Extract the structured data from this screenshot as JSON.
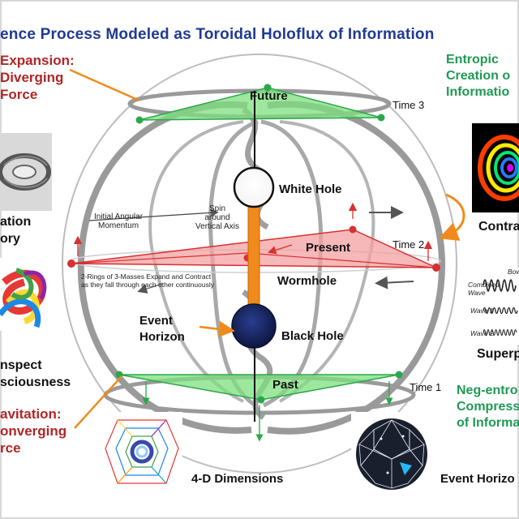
{
  "title": "ence Process  Modeled as Toroidal  Holoflux of Information",
  "left_labels": {
    "expansion": [
      "Expansion:",
      "Diverging",
      "Force"
    ],
    "gravitation": [
      "avitation:",
      "onverging",
      "rce"
    ],
    "ation": [
      "ation",
      "ory"
    ],
    "inspect": [
      "nspect",
      "sciousness"
    ]
  },
  "right_labels": {
    "entropic": [
      "Entropic",
      "Creation o",
      "Informatio"
    ],
    "neg_entropic": [
      "Neg-entro",
      "Compress",
      "of Informa"
    ],
    "contra": "Contra",
    "superp": "Superp"
  },
  "nodes": {
    "future": "Future",
    "white_hole": "White Hole",
    "present": "Present",
    "wormhole": "Wormhole",
    "event_horizon": [
      "Event",
      "Horizon"
    ],
    "black_hole": "Black Hole",
    "past": "Past"
  },
  "times": {
    "time3": "Time 3",
    "time2": "Time 2",
    "time1": "Time 1"
  },
  "annotations": {
    "initial_momentum": [
      "Initial Angular",
      "Momentum"
    ],
    "spin": [
      "Spin",
      "around",
      "Vertical Axis"
    ],
    "rings": [
      "2-Rings of 3-Masses Expand and Contract",
      "as they fall through each other continuously"
    ]
  },
  "wave_labels": {
    "combined": [
      "Combined",
      "Wave"
    ],
    "wave1": "Wave 1",
    "wave2": "Wave 2",
    "top": "Bow"
  },
  "bottom_labels": {
    "dimensions": "4-D Dimensions",
    "event_horizon": "Event Horizo"
  },
  "colors": {
    "title": "#1f3a93",
    "red_text": "#b02626",
    "green_text": "#1f9a55",
    "orange": "#f08a1c",
    "green_triangle": "#7ddf7d",
    "red_triangle": "#f3a0a0",
    "black_hole": "#13215e"
  }
}
